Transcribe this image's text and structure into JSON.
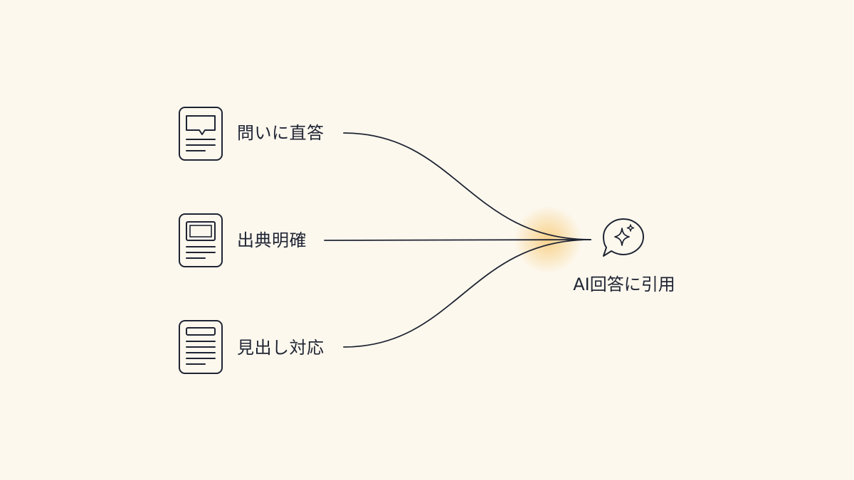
{
  "sources": [
    {
      "label": "問いに直答",
      "icon": "document-speech-bubble-icon"
    },
    {
      "label": "出典明確",
      "icon": "document-image-icon"
    },
    {
      "label": "見出し対応",
      "icon": "document-heading-icon"
    }
  ],
  "target": {
    "label": "AI回答に引用",
    "icon": "sparkle-chat-bubble-icon"
  },
  "colors": {
    "background": "#fcf8ee",
    "ink": "#1f2433",
    "glow": "#f7c56a"
  }
}
